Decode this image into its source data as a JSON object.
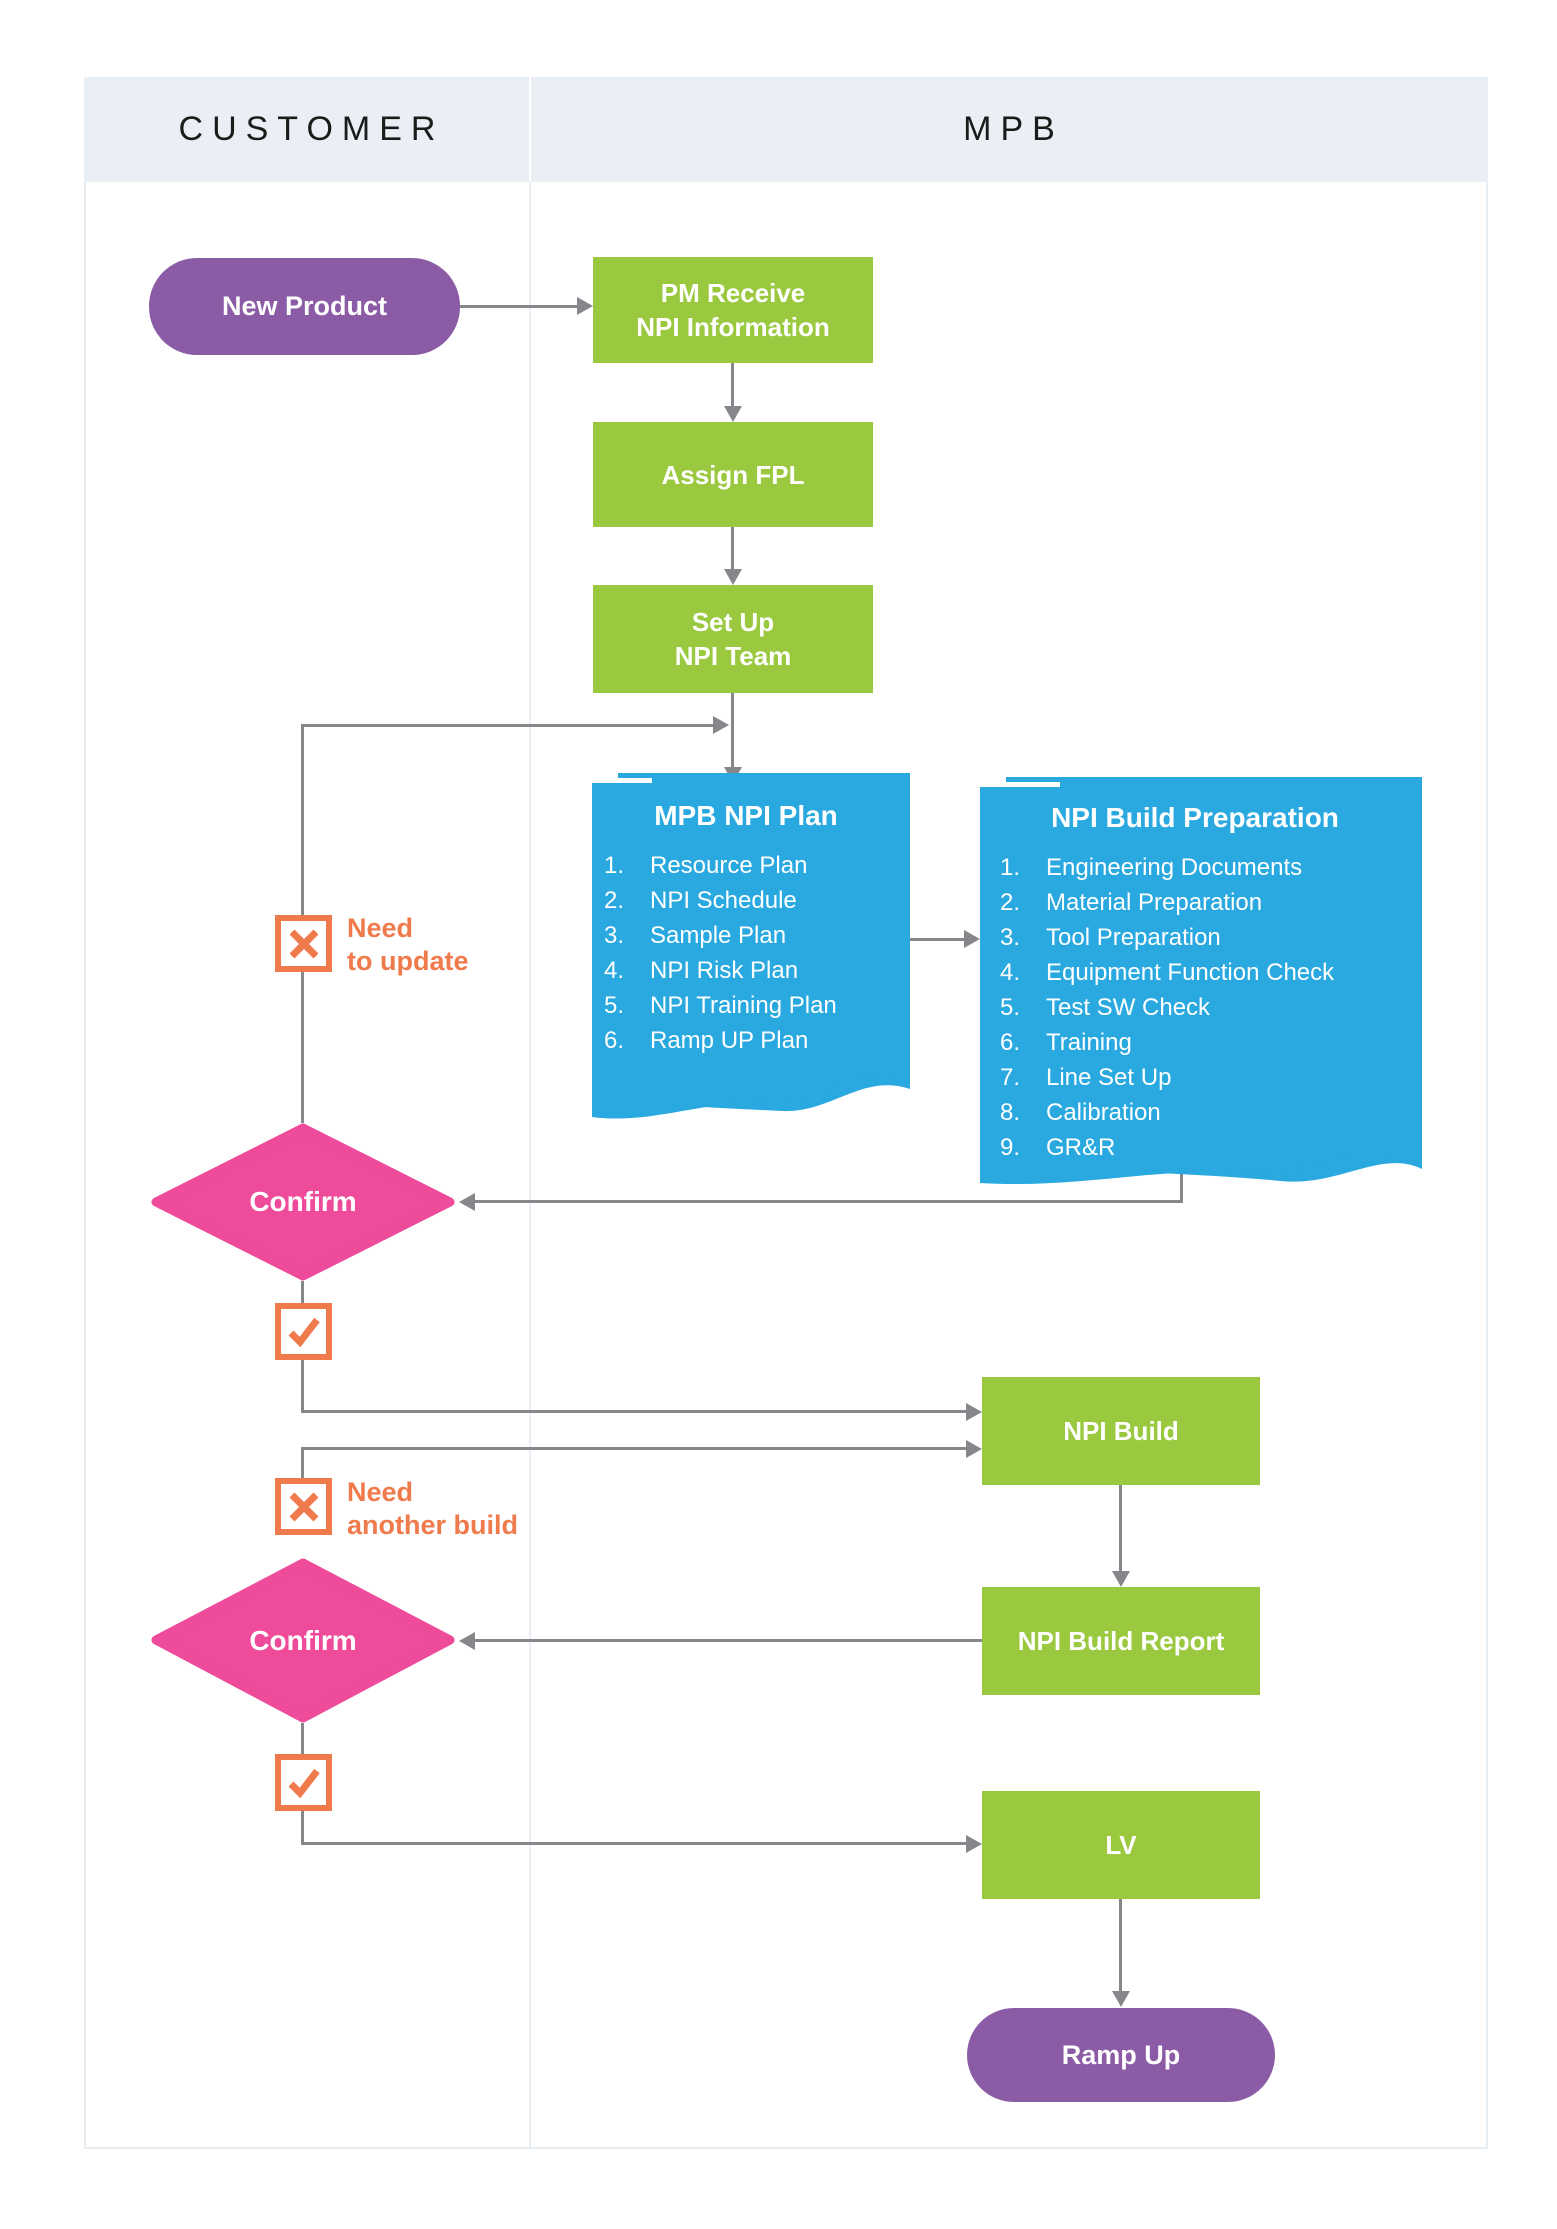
{
  "header": {
    "customer_lane": "CUSTOMER",
    "mpb_lane": "MPB"
  },
  "nodes": {
    "new_product": {
      "label": "New Product",
      "shape": "pill"
    },
    "pm_receive": {
      "label": "PM Receive\nNPI Information",
      "shape": "process"
    },
    "assign_fpl": {
      "label": "Assign FPL",
      "shape": "process"
    },
    "set_up_npi_team": {
      "label": "Set Up\nNPI Team",
      "shape": "process"
    },
    "confirm_plan": {
      "label": "Confirm",
      "shape": "decision"
    },
    "npi_build": {
      "label": "NPI Build",
      "shape": "process"
    },
    "confirm_build": {
      "label": "Confirm",
      "shape": "decision"
    },
    "npi_build_report": {
      "label": "NPI Build Report",
      "shape": "process"
    },
    "lv": {
      "label": "LV",
      "shape": "process"
    },
    "ramp_up": {
      "label": "Ramp Up",
      "shape": "pill"
    }
  },
  "docs": {
    "mpb_npi_plan": {
      "title": "MPB NPI Plan",
      "items": [
        "Resource Plan",
        "NPI Schedule",
        "Sample Plan",
        "NPI Risk Plan",
        "NPI Training Plan",
        "Ramp UP Plan"
      ]
    },
    "npi_build_preparation": {
      "title": "NPI Build Preparation",
      "items": [
        "Engineering Documents",
        "Material Preparation",
        "Tool Preparation",
        "Equipment Function Check",
        "Test SW Check",
        "Training",
        "Line Set Up",
        "Calibration",
        "GR&R"
      ]
    }
  },
  "annotations": {
    "need_to_update": "Need\nto update",
    "need_another_build": "Need\nanother build"
  },
  "colors": {
    "process_green": "#9AC93F",
    "document_blue": "#29A9E0",
    "decision_pink": "#EE4B9B",
    "terminator_purple": "#8B5BA5",
    "flag_orange": "#EF7A4B",
    "connector_gray": "#85878B",
    "header_band": "#E9EFF4"
  }
}
